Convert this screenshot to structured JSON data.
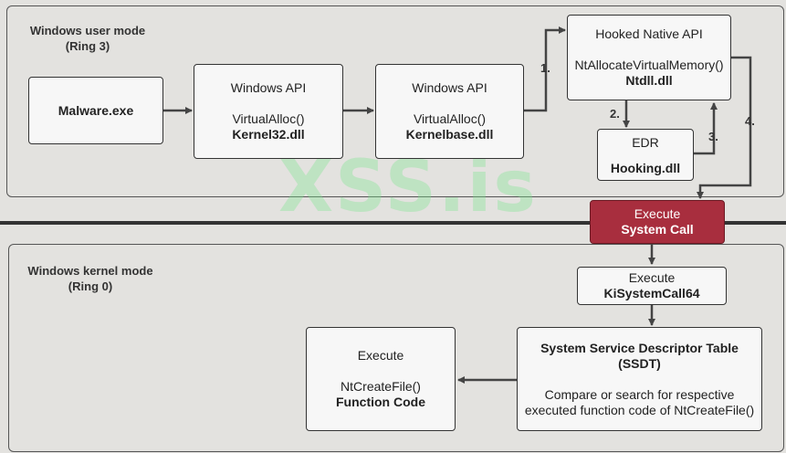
{
  "regions": {
    "user": {
      "label_line1": "Windows user mode",
      "label_line2": "(Ring 3)"
    },
    "kernel": {
      "label_line1": "Windows kernel mode",
      "label_line2": "(Ring 0)"
    }
  },
  "nodes": {
    "malware": {
      "name": "Malware.exe"
    },
    "kernel32": {
      "title": "Windows API",
      "func": "VirtualAlloc()",
      "dll": "Kernel32.dll"
    },
    "kernelbase": {
      "title": "Windows API",
      "func": "VirtualAlloc()",
      "dll": "Kernelbase.dll"
    },
    "hooked": {
      "title": "Hooked Native API",
      "func": "NtAllocateVirtualMemory()",
      "dll": "Ntdll.dll"
    },
    "edr": {
      "title": "EDR",
      "dll": "Hooking.dll"
    },
    "syscall": {
      "line1": "Execute",
      "line2": "System Call"
    },
    "kisyscall": {
      "line1": "Execute",
      "line2": "KiSystemCall64"
    },
    "ssdt": {
      "title1": "System Service Descriptor Table",
      "title2": "(SSDT)",
      "desc1": "Compare or search for respective",
      "desc2": "executed function code of NtCreateFile()"
    },
    "ntcreate": {
      "title": "Execute",
      "func": "NtCreateFile()",
      "code": "Function Code"
    }
  },
  "steps": {
    "s1": "1.",
    "s2": "2.",
    "s3": "3.",
    "s4": "4."
  },
  "watermark": "XSS.is",
  "colors": {
    "syscall_fill": "#a82e3e",
    "line": "#444444"
  }
}
